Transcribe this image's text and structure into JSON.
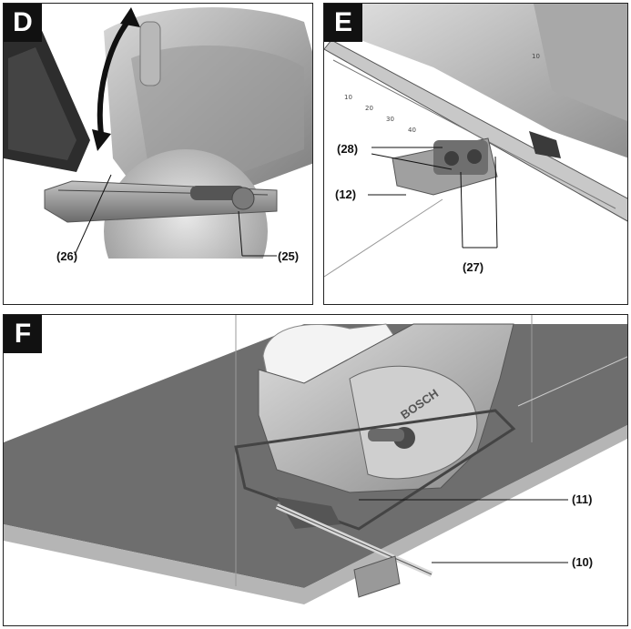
{
  "panels": {
    "d": {
      "letter": "D",
      "callouts": {
        "c26": "(26)",
        "c25": "(25)"
      }
    },
    "e": {
      "letter": "E",
      "callouts": {
        "c28": "(28)",
        "c12": "(12)",
        "c27": "(27)"
      },
      "scale_marks": [
        "10",
        "20",
        "30",
        "40",
        "10"
      ]
    },
    "f": {
      "letter": "F",
      "callouts": {
        "c11": "(11)",
        "c10": "(10)"
      },
      "brand": "BOSCH"
    }
  },
  "colors": {
    "badge_bg": "#111111",
    "tool_body": "#8a8a8a",
    "board": "#6e6e6e",
    "frame": "#222222"
  }
}
